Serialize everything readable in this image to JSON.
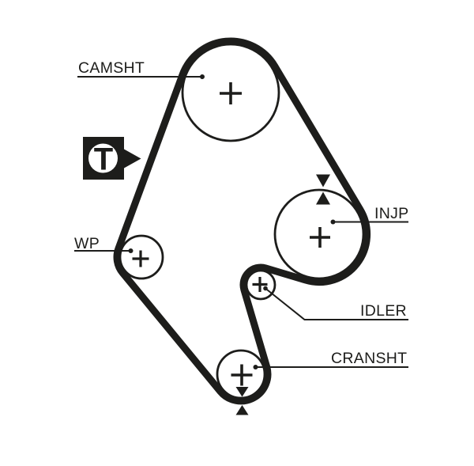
{
  "theme": {
    "ink": "#1d1d1b",
    "paper": "#ffffff"
  },
  "diagram": {
    "type": "timing-belt-routing-diagram",
    "labels": {
      "camshaft": "CAMSHT",
      "water_pump": "WP",
      "injection_pump": "INJP",
      "idler": "IDLER",
      "crankshaft": "CRANSHT"
    },
    "tensioner_badge": {
      "letter": "T"
    }
  }
}
